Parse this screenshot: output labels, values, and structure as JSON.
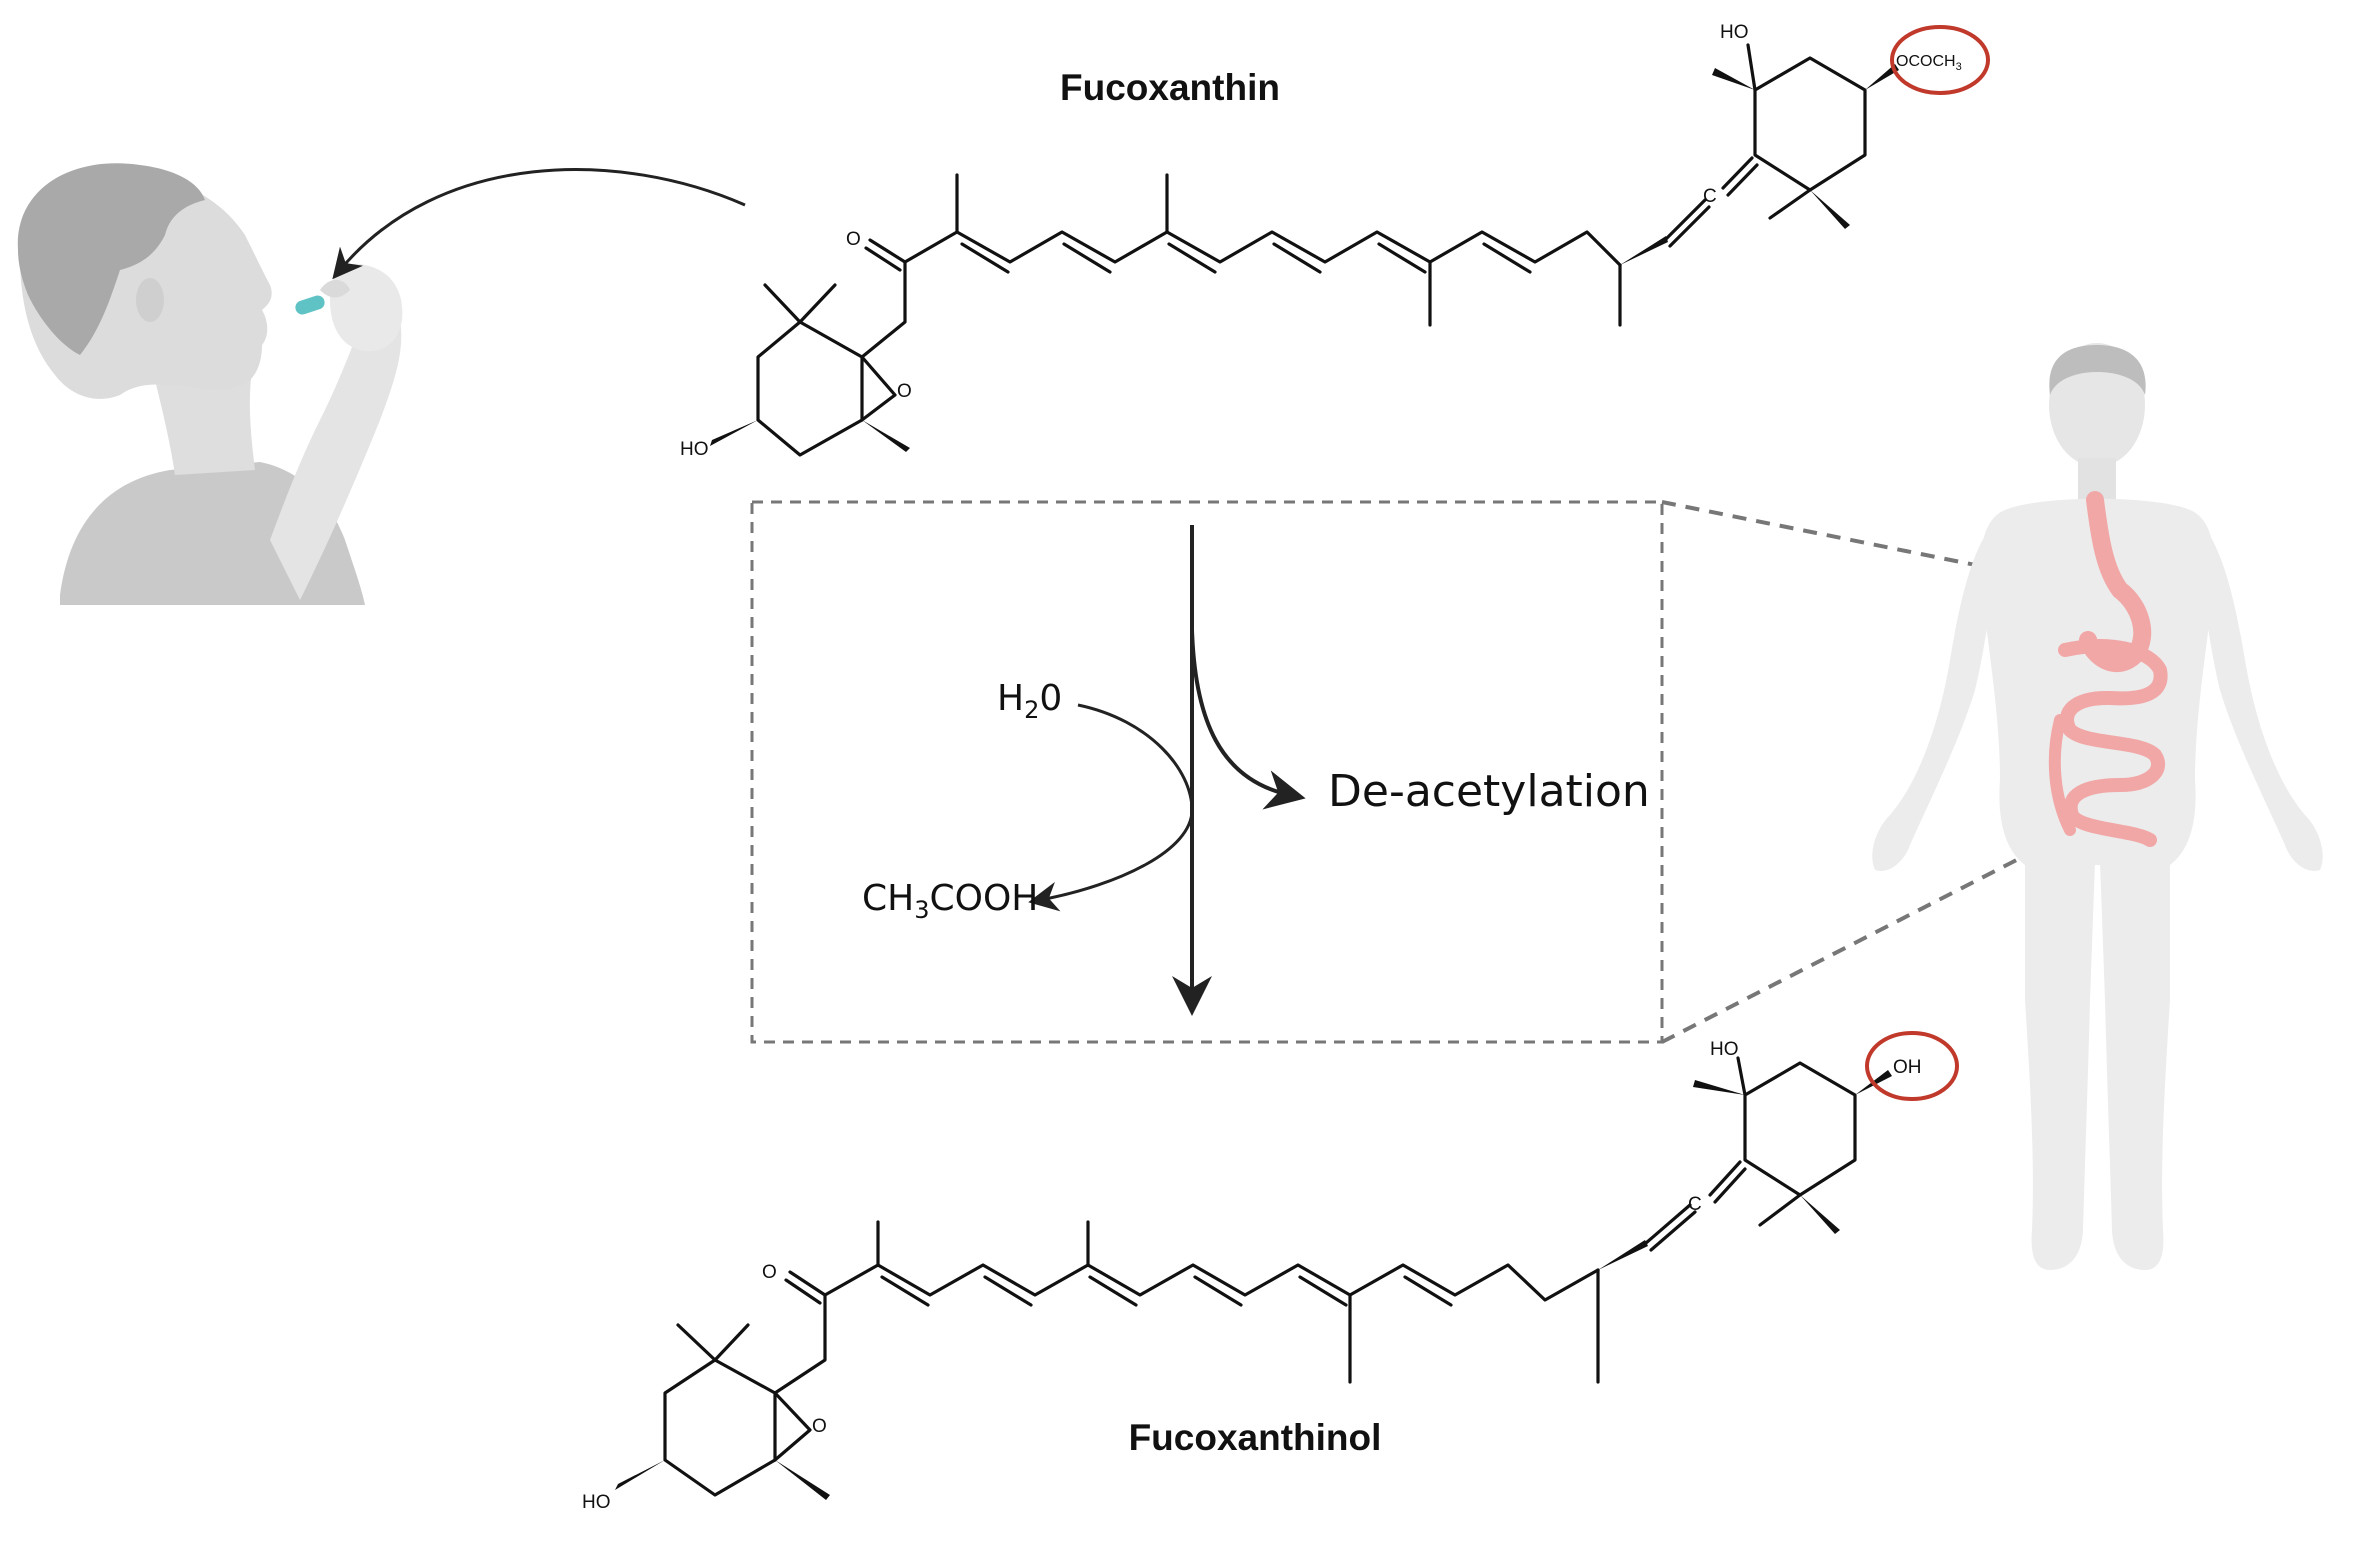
{
  "top_molecule": {
    "name": "Fucoxanthin",
    "labels": {
      "ketone_o": "O",
      "hydroxyl": "HO",
      "epoxide_o": "O",
      "top_hydroxyl": "HO",
      "acetoxy": "OCOCH",
      "acetoxy_sub": "3",
      "allene_c": "C"
    }
  },
  "bottom_molecule": {
    "name": "Fucoxanthinol",
    "labels": {
      "ketone_o": "O",
      "hydroxyl": "HO",
      "epoxide_o": "O",
      "top_hydroxyl": "HO",
      "hydroxyl_new": "OH",
      "allene_c": "C"
    }
  },
  "mechanism": {
    "reactant": "H",
    "reactant_sub": "2",
    "reactant_tail": "0",
    "byproduct": "CH",
    "byproduct_sub": "3",
    "byproduct_tail": "COOH",
    "process": "De-acetylation"
  },
  "colors": {
    "highlight_circle": "#c0392b",
    "organ": "#f2a7a7",
    "body": "#ececec",
    "skin_shadow": "#d6d6d6",
    "capsule": "#5fc2c4",
    "box_dash": "#777777"
  },
  "icons": [
    "person-taking-capsule",
    "human-body-digestive-system"
  ]
}
